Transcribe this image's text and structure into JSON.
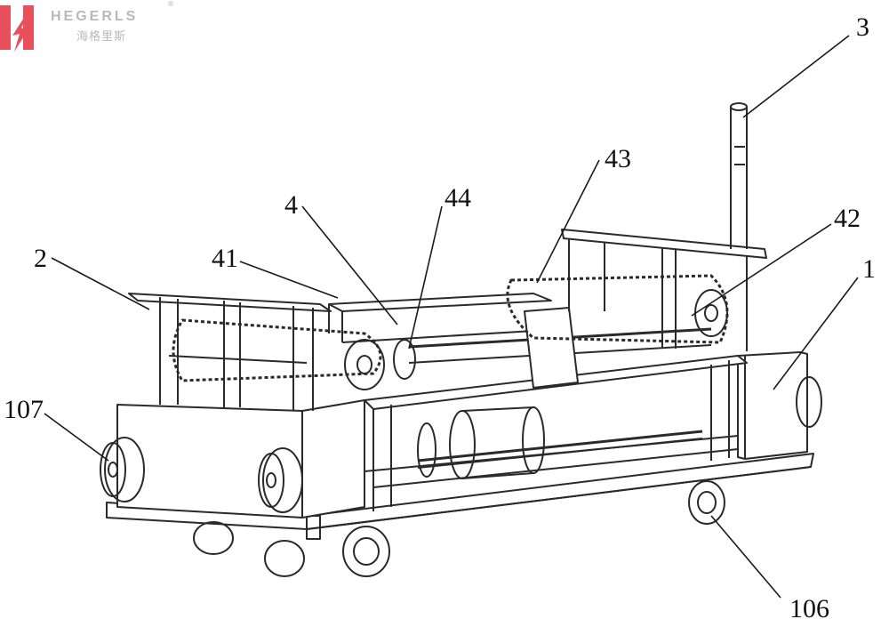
{
  "brand": {
    "wordmark": "HEGERLS",
    "chinese": "海格里斯",
    "registered": "®",
    "colors": {
      "mark": "#e8505b",
      "text": "#b9b9b9"
    }
  },
  "callouts": [
    {
      "id": "3",
      "text": "3"
    },
    {
      "id": "43",
      "text": "43"
    },
    {
      "id": "4",
      "text": "4"
    },
    {
      "id": "44",
      "text": "44"
    },
    {
      "id": "42",
      "text": "42"
    },
    {
      "id": "2",
      "text": "2"
    },
    {
      "id": "41",
      "text": "41"
    },
    {
      "id": "1",
      "text": "1"
    },
    {
      "id": "107",
      "text": "107"
    },
    {
      "id": "106",
      "text": "106"
    }
  ]
}
